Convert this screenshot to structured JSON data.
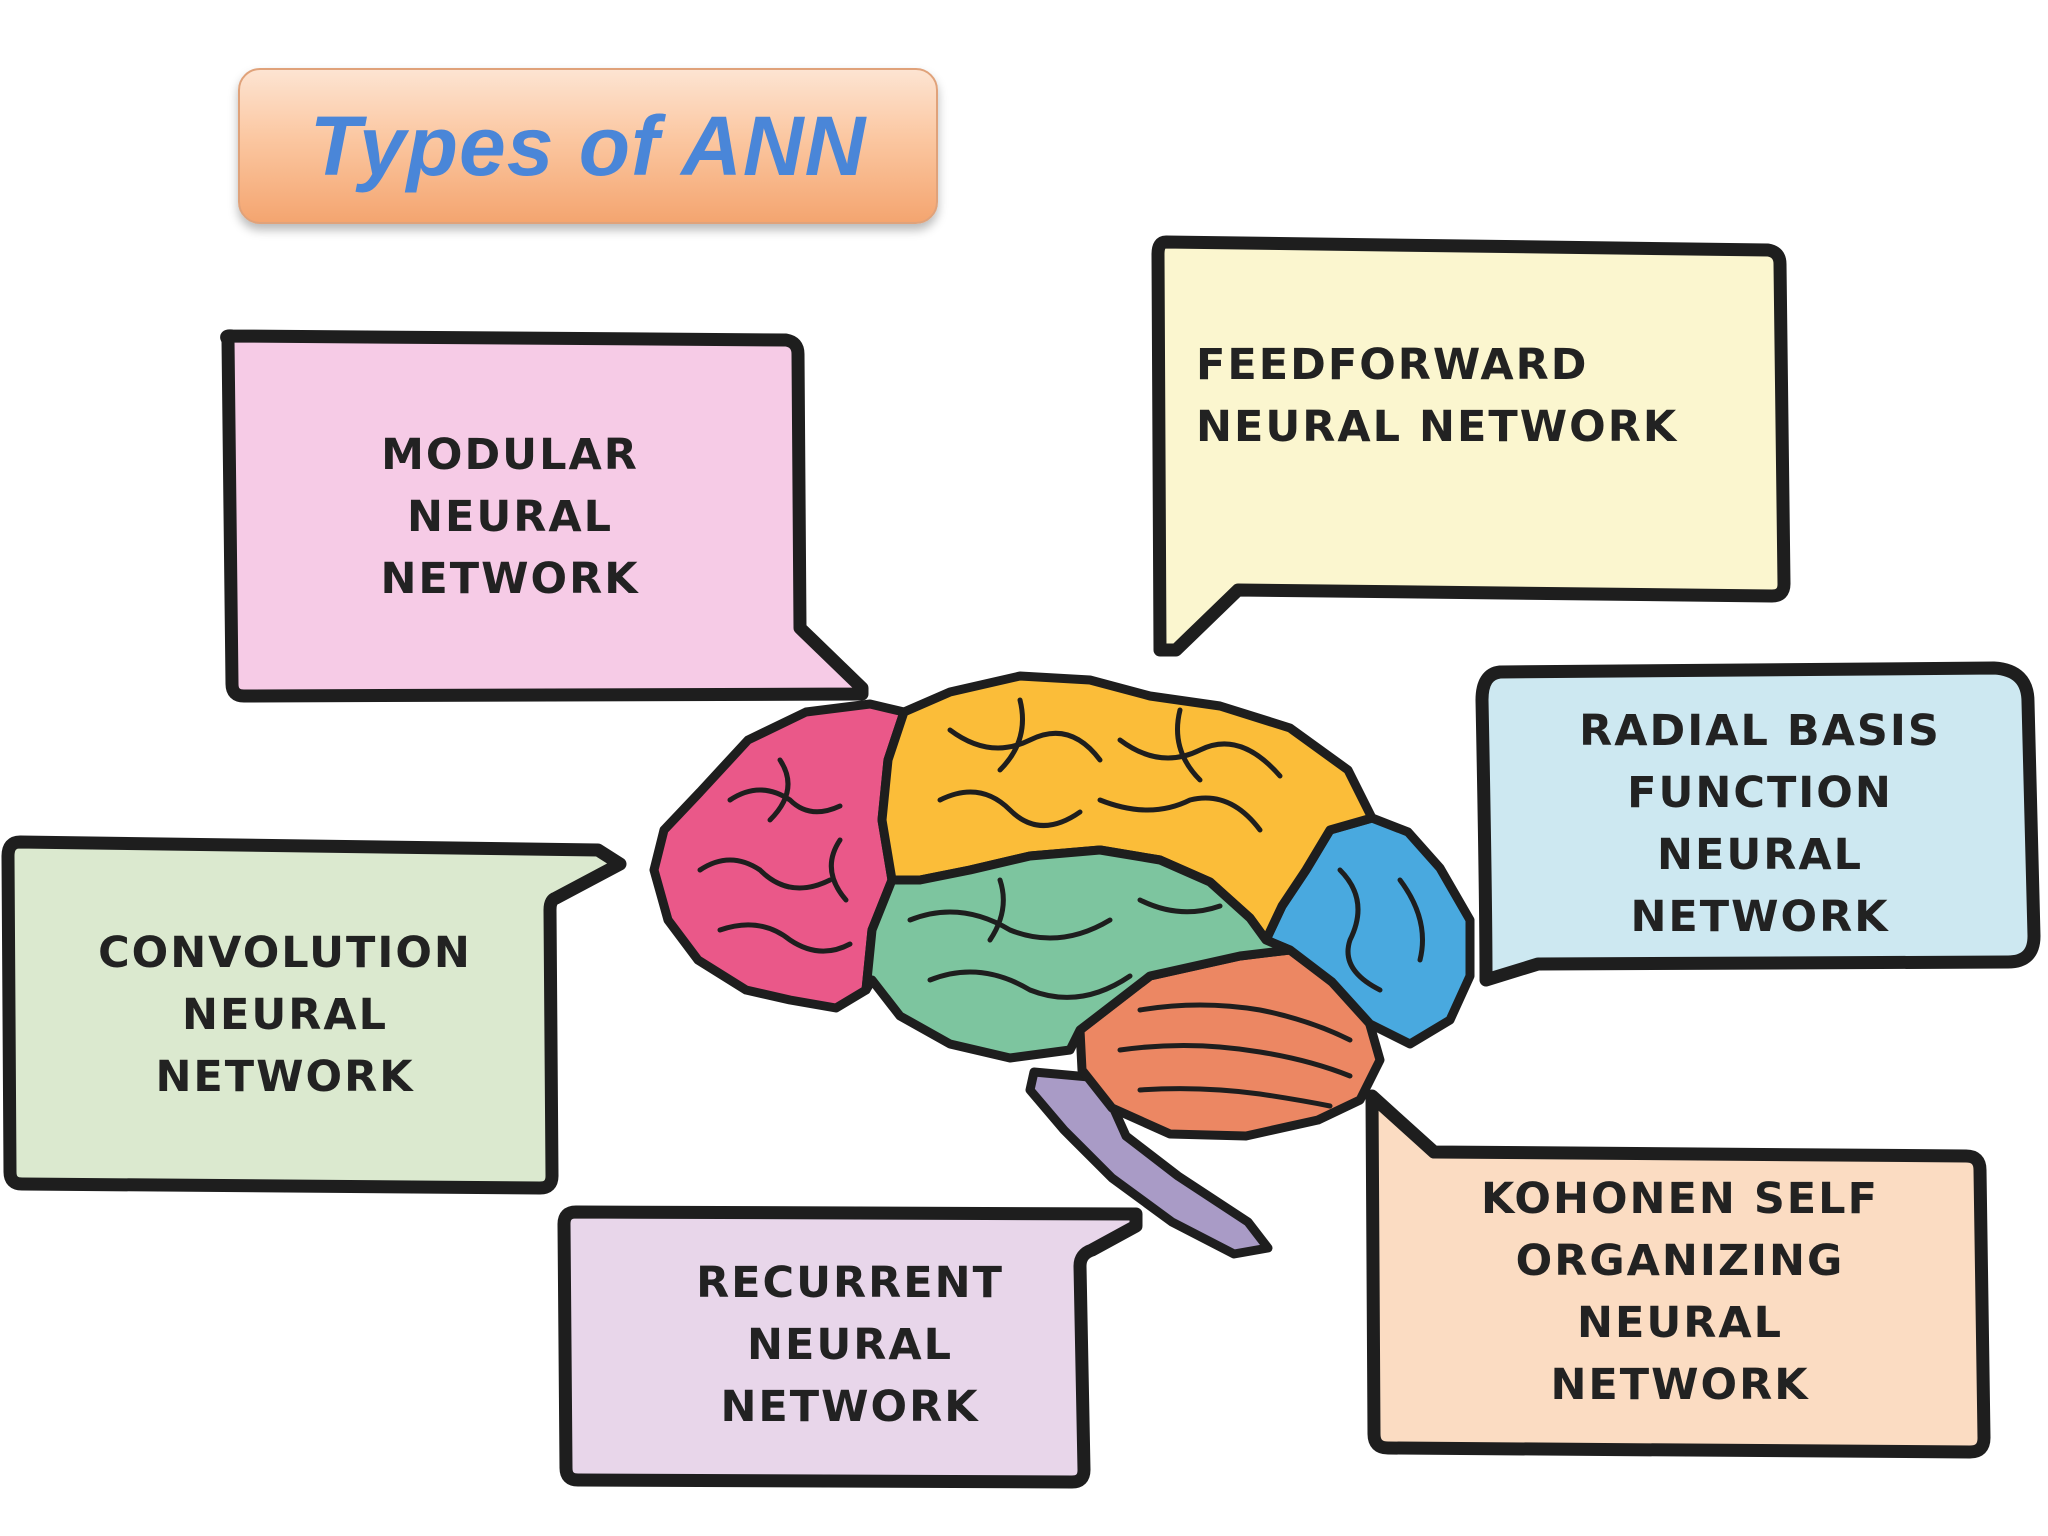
{
  "title": "Types of ANN",
  "colors": {
    "title_text": "#4a86d8",
    "title_bg_top": "#fde4d2",
    "title_bg_bottom": "#f4a570",
    "outline": "#1e1e1e",
    "modular": "#f6cbe6",
    "feedforward": "#fbf6cf",
    "radial": "#cde8f1",
    "convolution": "#dbe9cf",
    "recurrent": "#e8d6ea",
    "kohonen": "#fbdcc2",
    "brain_frontal": "#fbbd39",
    "brain_pink": "#ea5889",
    "brain_temporal": "#7dc59f",
    "brain_occipital": "#49a9df",
    "brain_cerebellum": "#ec8763",
    "brain_stem": "#a99bc6"
  },
  "bubbles": {
    "modular": {
      "lines": [
        "MODULAR",
        "NEURAL",
        "NETWORK"
      ]
    },
    "feedforward": {
      "lines": [
        "FEEDFORWARD",
        "NEURAL NETWORK"
      ]
    },
    "radial": {
      "lines": [
        "RADIAL BASIS",
        "FUNCTION",
        "NEURAL",
        "NETWORK"
      ]
    },
    "convolution": {
      "lines": [
        "CONVOLUTION",
        "NEURAL",
        "NETWORK"
      ]
    },
    "recurrent": {
      "lines": [
        "RECURRENT",
        "NEURAL",
        "NETWORK"
      ]
    },
    "kohonen": {
      "lines": [
        "KOHONEN SELF",
        "ORGANIZING",
        "NEURAL",
        "NETWORK"
      ]
    }
  }
}
